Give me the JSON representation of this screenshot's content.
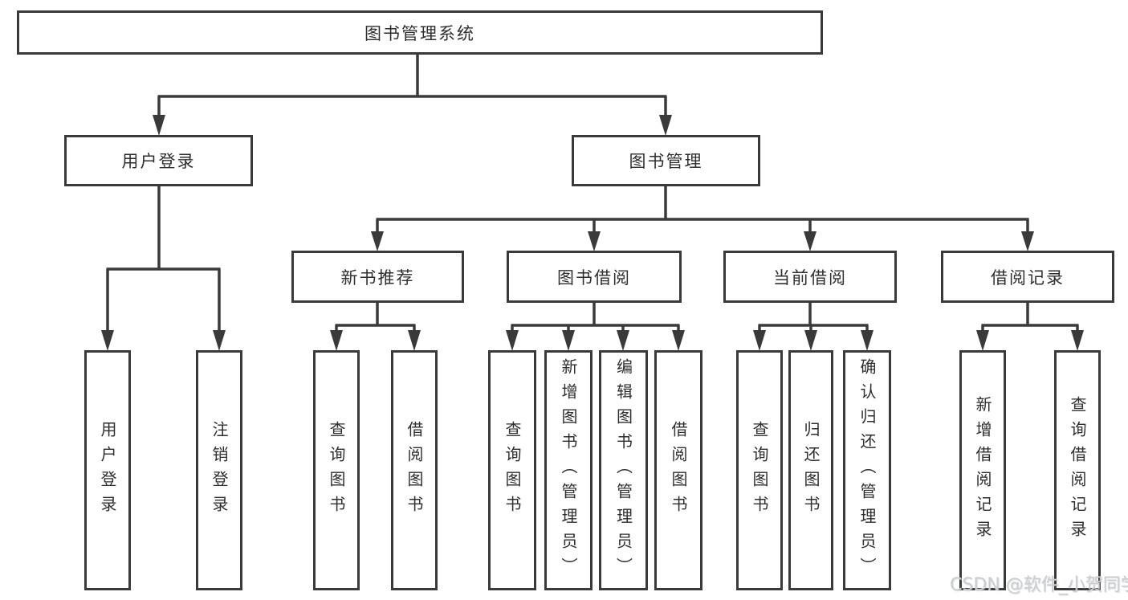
{
  "page": {
    "background_color": "#ffffff",
    "line_color": "#3a3a3a",
    "text_color": "#2e2e2e",
    "watermark_color": "#c9ccd1"
  },
  "diagram": {
    "title": "图书管理系统",
    "level2": {
      "user_login": "用户登录",
      "book_management": "图书管理"
    },
    "level3": {
      "new_book_recommend": "新书推荐",
      "book_borrow": "图书借阅",
      "current_borrow": "当前借阅",
      "borrow_records": "借阅记录"
    },
    "leaves": {
      "user_login": [
        "用户登录",
        "注销登录"
      ],
      "new_book_recommend": [
        "查询图书",
        "借阅图书"
      ],
      "book_borrow": [
        "查询图书",
        "新增图书（管理员）",
        "编辑图书（管理员）",
        "借阅图书"
      ],
      "current_borrow": [
        "查询图书",
        "归还图书",
        "确认归还（管理员）"
      ],
      "borrow_records": [
        "新增借阅记录",
        "查询借阅记录"
      ]
    }
  },
  "watermark": {
    "text": "CSDN @软件_小贺同学"
  }
}
